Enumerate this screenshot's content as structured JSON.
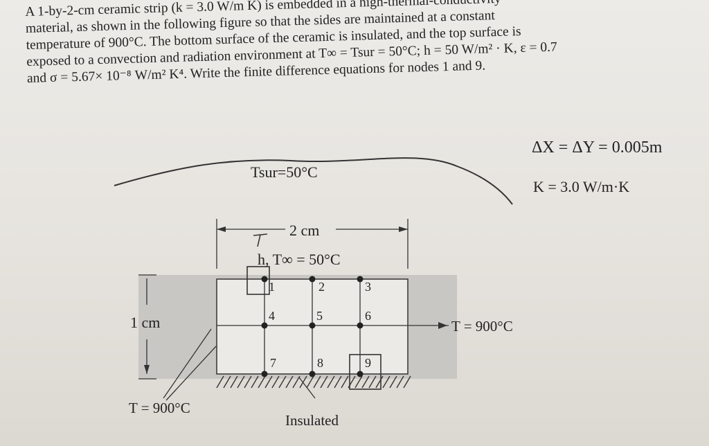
{
  "problem": {
    "line1": "A 1-by-2-cm ceramic strip (k = 3.0 W/m K) is embedded in a high-thermal-conductivity",
    "line2": "material, as shown in the following figure so that the sides are maintained at a constant",
    "line3": "temperature of 900°C. The bottom surface of the ceramic is insulated, and the top surface is",
    "line4": "exposed to a convection and radiation environment at T∞ = Tsur = 50°C; h = 50 W/m² · K, ε = 0.7",
    "line5": "and σ = 5.67× 10⁻⁸ W/m² K⁴. Write the finite difference equations for nodes 1 and 9."
  },
  "handwriting": {
    "dx": "ΔX = ΔY = 0.005m",
    "k": "K = 3.0 W/m·K"
  },
  "figure": {
    "tsur_label": "Tsur=50°C",
    "width_label": "2 cm",
    "conv_label": "h, T∞ = 50°C",
    "height_label": "1 cm",
    "left_temp": "T = 900°C",
    "right_temp": "T = 900°C",
    "insulated": "Insulated",
    "nodes": [
      "1",
      "2",
      "3",
      "4",
      "5",
      "6",
      "7",
      "8",
      "9"
    ]
  }
}
